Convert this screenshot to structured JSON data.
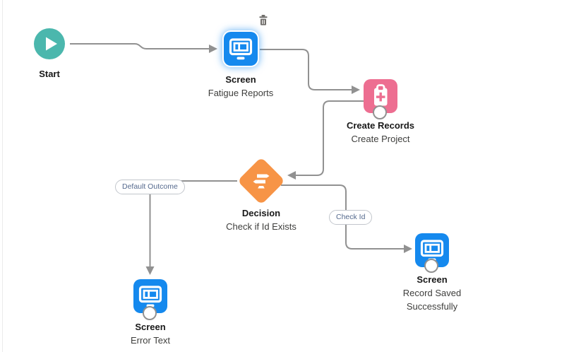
{
  "flow": {
    "nodes": {
      "start": {
        "label": "Start"
      },
      "screen_fatigue_reports": {
        "type_label": "Screen",
        "name": "Fatigue Reports",
        "selected": true
      },
      "create_records": {
        "type_label": "Create Records",
        "name": "Create Project"
      },
      "decision": {
        "type_label": "Decision",
        "name": "Check if Id Exists"
      },
      "screen_record_saved": {
        "type_label": "Screen",
        "name": "Record Saved Successfully"
      },
      "screen_error_text": {
        "type_label": "Screen",
        "name": "Error Text"
      }
    },
    "connector_labels": {
      "default_outcome": "Default Outcome",
      "check_id": "Check Id"
    },
    "colors": {
      "start_node": "#4bb7ad",
      "screen_node": "#1589ee",
      "create_records_node": "#ed6e91",
      "decision_node": "#f79446",
      "connector": "#919191",
      "connector_label_text": "#54698d",
      "node_title_text": "#181818",
      "trash_icon": "#706e6b",
      "selection_glow": "#1589ee"
    }
  }
}
